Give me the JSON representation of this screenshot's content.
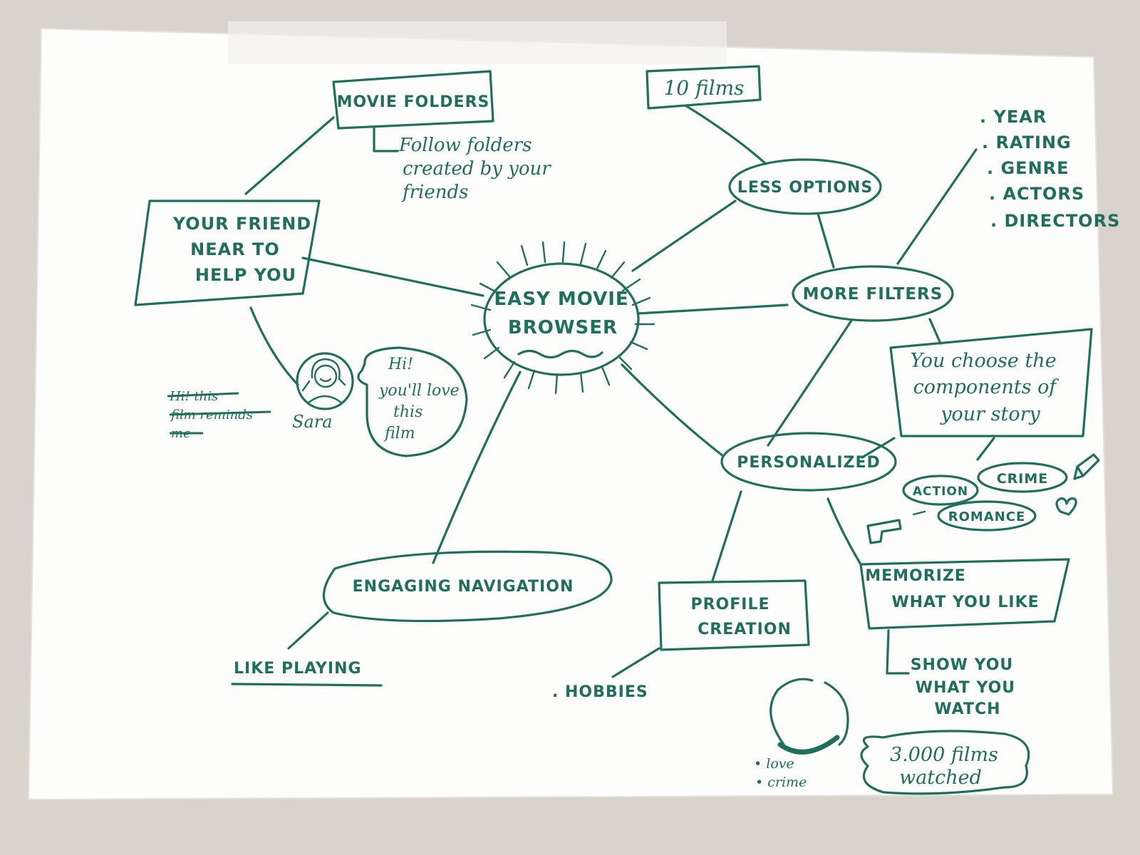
{
  "center": {
    "line1": "EASY MOVIE",
    "line2": "BROWSER"
  },
  "nodes": {
    "movie_folders": "MOVIE FOLDERS",
    "folders_note": [
      "Follow folders",
      "created by your",
      "friends"
    ],
    "your_friend": [
      "YOUR FRIEND",
      "NEAR TO",
      "HELP YOU"
    ],
    "ten_films": "10 films",
    "less_options": "LESS OPTIONS",
    "more_filters": "MORE FILTERS",
    "filter_list": [
      ". YEAR",
      ". RATING",
      ". GENRE",
      ". ACTORS",
      ". DIRECTORS"
    ],
    "choose_components": [
      "You choose the",
      "components of",
      "your story"
    ],
    "genres": {
      "action": "ACTION",
      "crime": "CRIME",
      "romance": "ROMANCE"
    },
    "personalized": "PERSONALIZED",
    "memorize": [
      "MEMORIZE",
      "WHAT YOU LIKE"
    ],
    "show_you": [
      "SHOW YOU",
      "WHAT YOU",
      "WATCH"
    ],
    "films_watched": [
      "3.000 films",
      "watched"
    ],
    "profile_creation": [
      "PROFILE",
      "CREATION"
    ],
    "hobbies": ". HOBBIES",
    "chart_legend": [
      "• love",
      "• crime"
    ],
    "engaging_navigation": "ENGAGING NAVIGATION",
    "like_playing": "LIKE PLAYING",
    "sara_label": "Sara",
    "speech_bubble": [
      "Hi!",
      "you'll love",
      "this",
      "film"
    ],
    "crossed_note": [
      "Hi! this",
      "film reminds",
      "me"
    ]
  },
  "colors": {
    "ink": "#1f6f5c",
    "paper": "#fdfdfb",
    "wall": "#d9d4cb"
  }
}
